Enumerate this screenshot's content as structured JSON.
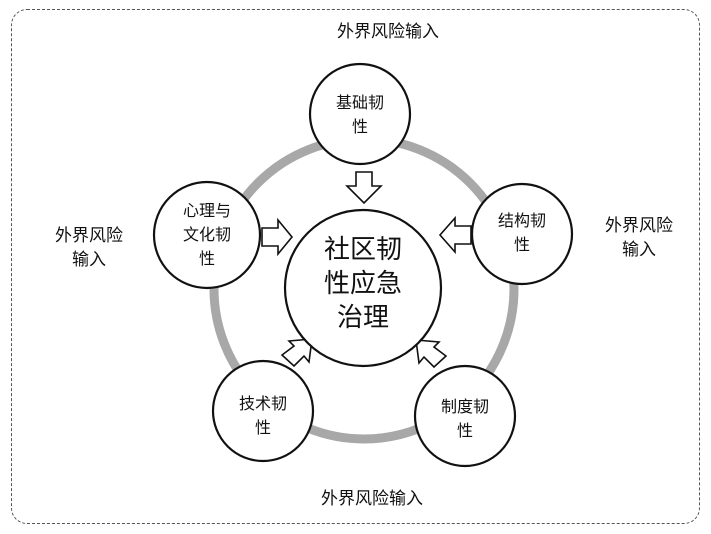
{
  "center": {
    "label_lines": [
      "社区韧",
      "性应急",
      "治理"
    ]
  },
  "nodes": [
    {
      "id": "foundation",
      "label_lines": [
        "基础韧",
        "性"
      ]
    },
    {
      "id": "structural",
      "label_lines": [
        "结构韧",
        "性"
      ]
    },
    {
      "id": "institutional",
      "label_lines": [
        "制度韧",
        "性"
      ]
    },
    {
      "id": "technical",
      "label_lines": [
        "技术韧",
        "性"
      ]
    },
    {
      "id": "psych_cultural",
      "label_lines": [
        "心理与",
        "文化韧",
        "性"
      ]
    }
  ],
  "external_inputs": {
    "top": "外界风险输入",
    "bottom": "外界风险输入",
    "left_line1": "外界风险",
    "left_line2": "输入",
    "right_line1": "外界风险",
    "right_line2": "输入"
  },
  "colors": {
    "ring": "#a8a8a8",
    "stroke": "#111111"
  }
}
